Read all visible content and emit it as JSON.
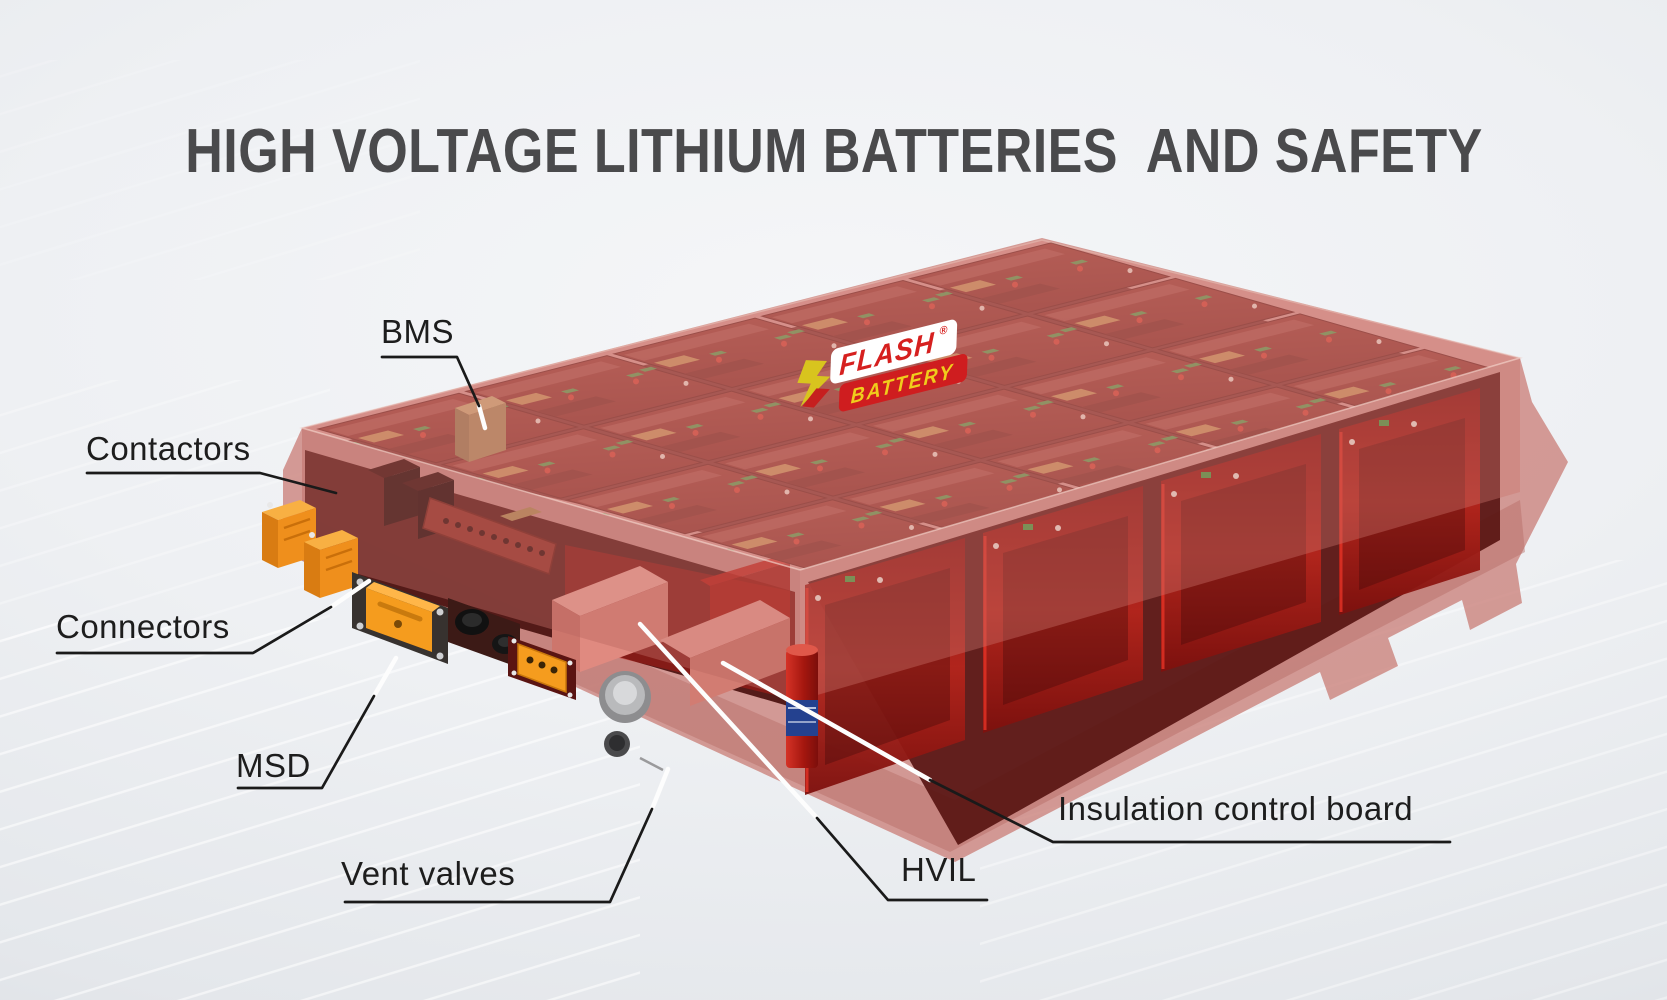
{
  "title": "HIGH VOLTAGE LITHIUM BATTERIES  AND SAFETY",
  "labels": {
    "bms": "BMS",
    "contactors": "Contactors",
    "connectors": "Connectors",
    "msd": "MSD",
    "vent_valves": "Vent valves",
    "hvil": "HVIL",
    "insulation": "Insulation control board"
  },
  "logo": {
    "brand_top": "FLASH",
    "brand_bottom": "BATTERY",
    "registered": "®"
  },
  "colors": {
    "title_gray": "#4a4a4c",
    "cover_pink": "#d28079",
    "module_red": "#b5251c",
    "connector_orange": "#f59a20",
    "logo_red": "#d6201f",
    "logo_yellow": "#f0cd1c"
  }
}
